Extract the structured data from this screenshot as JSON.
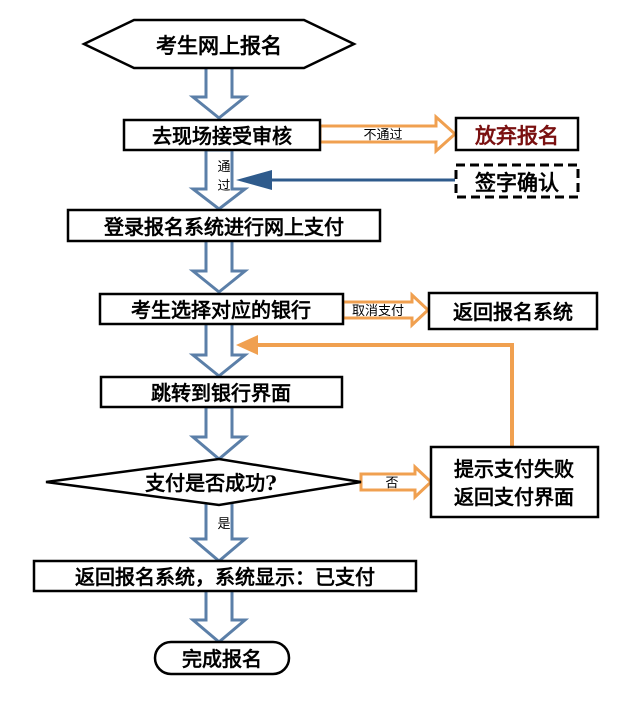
{
  "flowchart": {
    "start": "考生网上报名",
    "step_review": "去现场接受审核",
    "branch_not_pass": "不通过",
    "give_up": "放弃报名",
    "branch_pass": "通过",
    "sign_confirm": "签字确认",
    "login_pay": "登录报名系统进行网上支付",
    "choose_bank": "考生选择对应的银行",
    "branch_cancel": "取消支付",
    "return_system": "返回报名系统",
    "jump_bank": "跳转到银行界面",
    "decision": "支付是否成功?",
    "branch_no": "否",
    "fail_line1": "提示支付失败",
    "fail_line2": "返回支付界面",
    "branch_yes": "是",
    "return_paid": "返回报名系统，系统显示：已支付",
    "finish": "完成报名"
  },
  "colors": {
    "blue_arrow_stroke": "#5b7fa8",
    "orange_arrow": "#f0a050",
    "dark_blue_arrow": "#2f5b8c",
    "give_up_text": "#7a1010"
  }
}
